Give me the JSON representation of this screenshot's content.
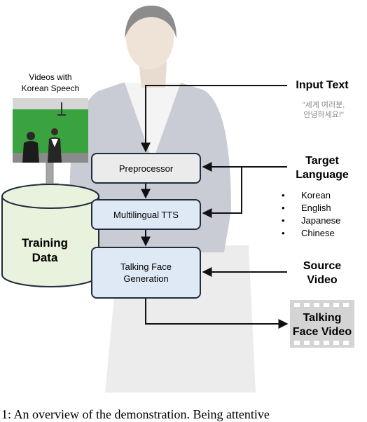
{
  "colors": {
    "preprocessor_fill": "#ebebeb",
    "tts_fill": "#dfe9f5",
    "talking_face_fill": "#dfe9f5",
    "training_data_fill": "#e9f2dd",
    "box_border": "#1f2d3d",
    "green_screen": "#3aa23f"
  },
  "input_text": {
    "label": "Input Text",
    "example_line1": "\"세계 여러분,",
    "example_line2": "안녕하세요!\""
  },
  "videos": {
    "label_line1": "Videos with",
    "label_line2": "Korean Speech"
  },
  "training_data": {
    "line1": "Training",
    "line2": "Data"
  },
  "boxes": {
    "preprocessor": "Preprocessor",
    "tts": "Multilingual TTS",
    "talking_face_line1": "Talking Face",
    "talking_face_line2": "Generation"
  },
  "target_language": {
    "line1": "Target",
    "line2": "Language",
    "items": [
      "Korean",
      "English",
      "Japanese",
      "Chinese"
    ]
  },
  "source_video": {
    "line1": "Source",
    "line2": "Video"
  },
  "output": {
    "line1": "Talking",
    "line2": "Face Video"
  },
  "caption": "1: An overview of the demonstration. Being attentive"
}
